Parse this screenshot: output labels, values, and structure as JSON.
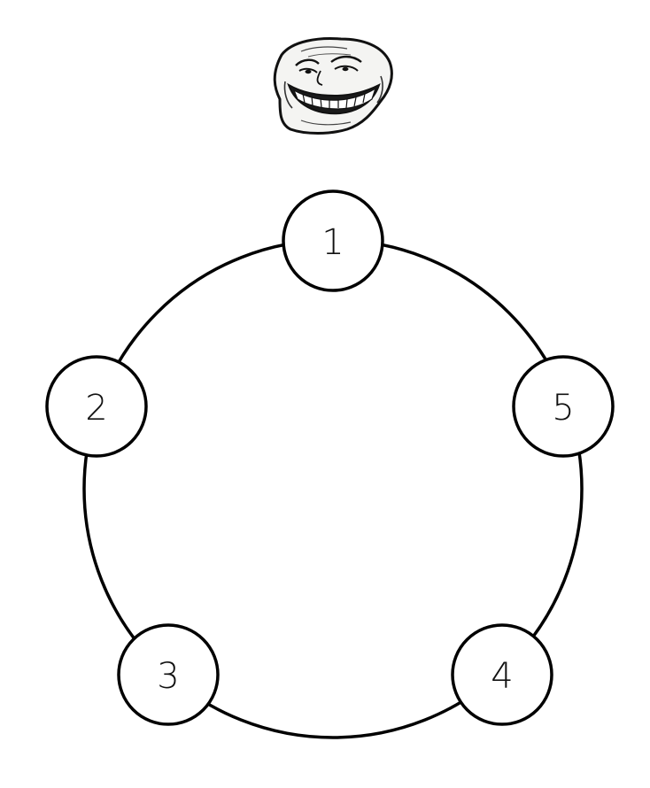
{
  "diagram": {
    "type": "ring",
    "nodes": [
      {
        "id": "node-1",
        "label": "1"
      },
      {
        "id": "node-2",
        "label": "2"
      },
      {
        "id": "node-3",
        "label": "3"
      },
      {
        "id": "node-4",
        "label": "4"
      },
      {
        "id": "node-5",
        "label": "5"
      }
    ],
    "icon": "troll-face-icon",
    "colors": {
      "stroke": "#000000",
      "fill": "#ffffff",
      "text": "#111111"
    }
  }
}
